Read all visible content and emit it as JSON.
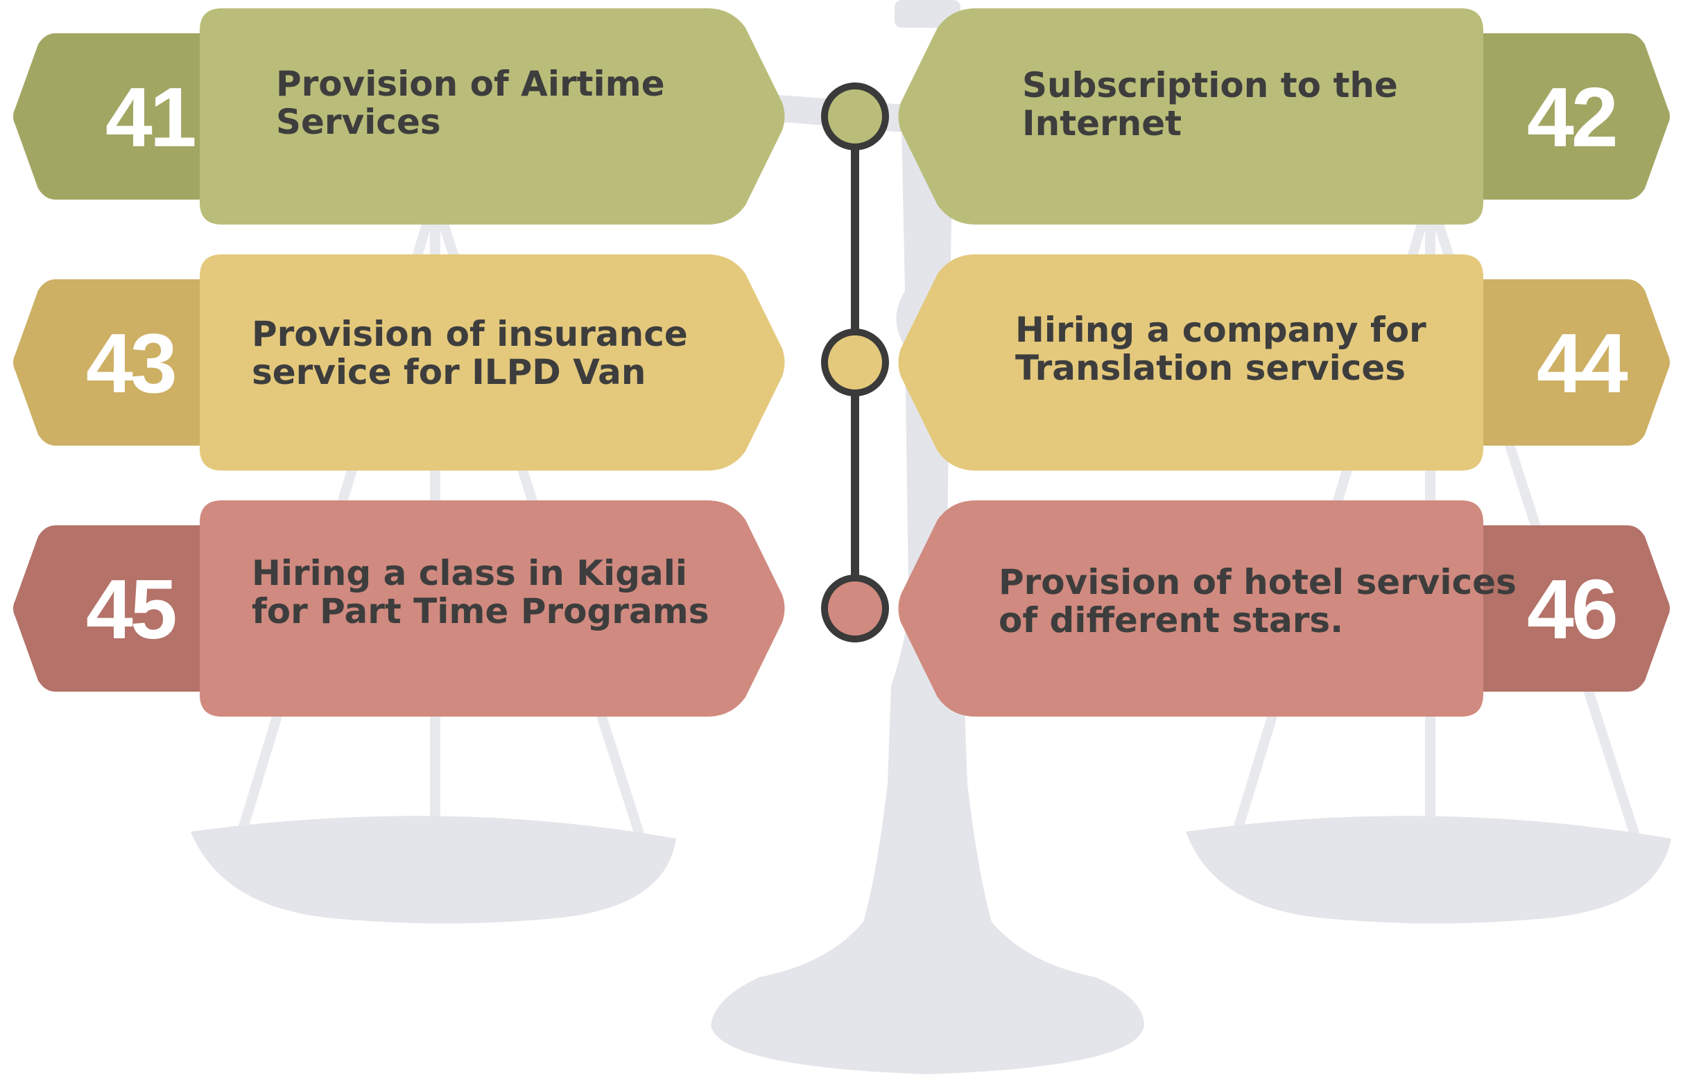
{
  "items": [
    {
      "number": "41",
      "lines": [
        "Provision of Airtime",
        "Services"
      ]
    },
    {
      "number": "42",
      "lines": [
        "Subscription to the",
        "Internet"
      ]
    },
    {
      "number": "43",
      "lines": [
        "Provision of insurance",
        "service for ILPD Van"
      ]
    },
    {
      "number": "44",
      "lines": [
        "Hiring a company for",
        "Translation services"
      ]
    },
    {
      "number": "45",
      "lines": [
        "Hiring a class in Kigali",
        "for Part Time Programs"
      ]
    },
    {
      "number": "46",
      "lines": [
        "Provision of hotel services",
        "of different stars."
      ]
    }
  ],
  "colors": {
    "row1_main": "#b9bd79",
    "row1_tab": "#a2a663",
    "row2_main": "#e4c97c",
    "row2_tab": "#cdb064",
    "row3_main": "#d08a7f",
    "row3_tab": "#b47268",
    "number_text": "#ffffff",
    "label_text": "#3d3d3d",
    "connector": "#3a3a3a",
    "watermark": "#e4e5ea"
  },
  "icons": {
    "background": "balance-scale-watermark-icon"
  }
}
